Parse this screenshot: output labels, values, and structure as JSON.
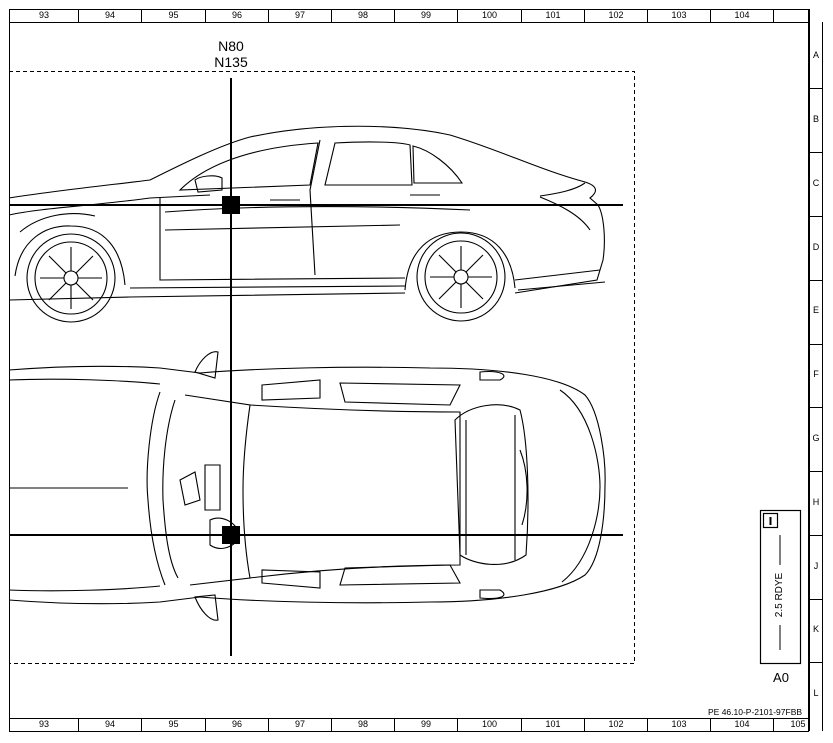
{
  "grid": {
    "top_columns": [
      "93",
      "94",
      "95",
      "96",
      "97",
      "98",
      "99",
      "100",
      "101",
      "102",
      "103",
      "104"
    ],
    "bottom_columns": [
      "93",
      "94",
      "95",
      "96",
      "97",
      "98",
      "99",
      "100",
      "101",
      "102",
      "103",
      "104",
      "105"
    ],
    "rows": [
      "A",
      "B",
      "C",
      "D",
      "E",
      "F",
      "G",
      "H",
      "J",
      "K",
      "L"
    ]
  },
  "labels": {
    "component_1": "N80",
    "component_2": "N135"
  },
  "connector": {
    "info_icon": "info-icon",
    "wire": "2.5 RDYE",
    "code": "A0"
  },
  "reference": "PE 46.10-P-2101-97FBB"
}
